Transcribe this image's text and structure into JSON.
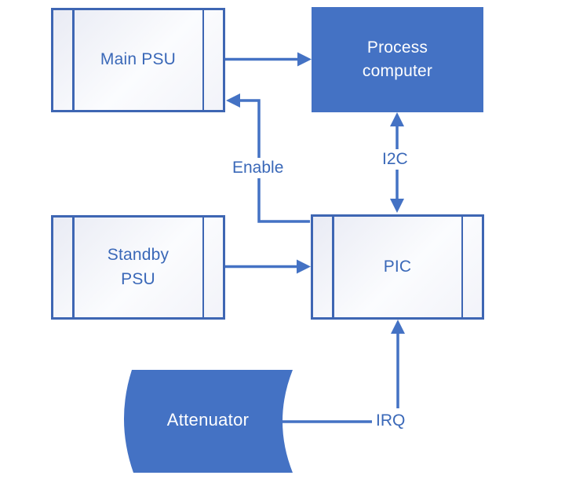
{
  "diagram": {
    "type": "block-diagram",
    "background": "#ffffff",
    "colors": {
      "accent_fill": "#4472c4",
      "stroke": "#3e66b3",
      "label_text_blue": "#3a68b8",
      "label_text_white": "#ffffff",
      "light_box_gradient_start": "#e9ebf4",
      "light_box_gradient_end": "#fbfcfe"
    },
    "nodes": {
      "main_psu": {
        "label": "Main PSU",
        "shape": "predefined-process"
      },
      "process_computer": {
        "label": "Process computer",
        "shape": "rectangle-solid"
      },
      "standby_psu": {
        "label": "Standby PSU",
        "shape": "predefined-process"
      },
      "pic": {
        "label": "PIC",
        "shape": "predefined-process"
      },
      "attenuator": {
        "label": "Attenuator",
        "shape": "stored-data"
      }
    },
    "connector_labels": {
      "enable": "Enable",
      "i2c": "I2C",
      "irq": "IRQ"
    },
    "connections": [
      {
        "from": "main_psu",
        "to": "process_computer",
        "label": "",
        "direction": "one-way"
      },
      {
        "from": "pic",
        "to": "main_psu",
        "label": "Enable",
        "direction": "one-way"
      },
      {
        "from": "process_computer",
        "to": "pic",
        "label": "I2C",
        "direction": "two-way"
      },
      {
        "from": "standby_psu",
        "to": "pic",
        "label": "",
        "direction": "one-way"
      },
      {
        "from": "attenuator",
        "to": "pic",
        "label": "IRQ",
        "direction": "one-way"
      }
    ]
  }
}
